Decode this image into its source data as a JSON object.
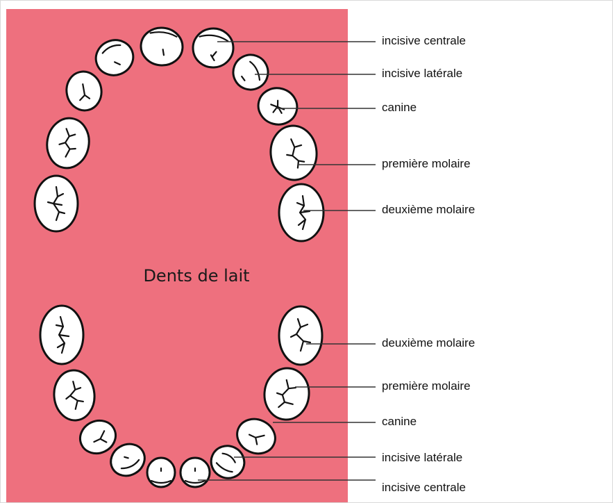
{
  "panel": {
    "color": "#ee707e"
  },
  "center_title": "Dents de lait",
  "upper_labels": [
    "incisive centrale",
    "incisive latérale",
    "canine",
    "première molaire",
    "deuxième molaire"
  ],
  "lower_labels": [
    "deuxième molaire",
    "première molaire",
    "canine",
    "incisive latérale",
    "incisive centrale"
  ]
}
